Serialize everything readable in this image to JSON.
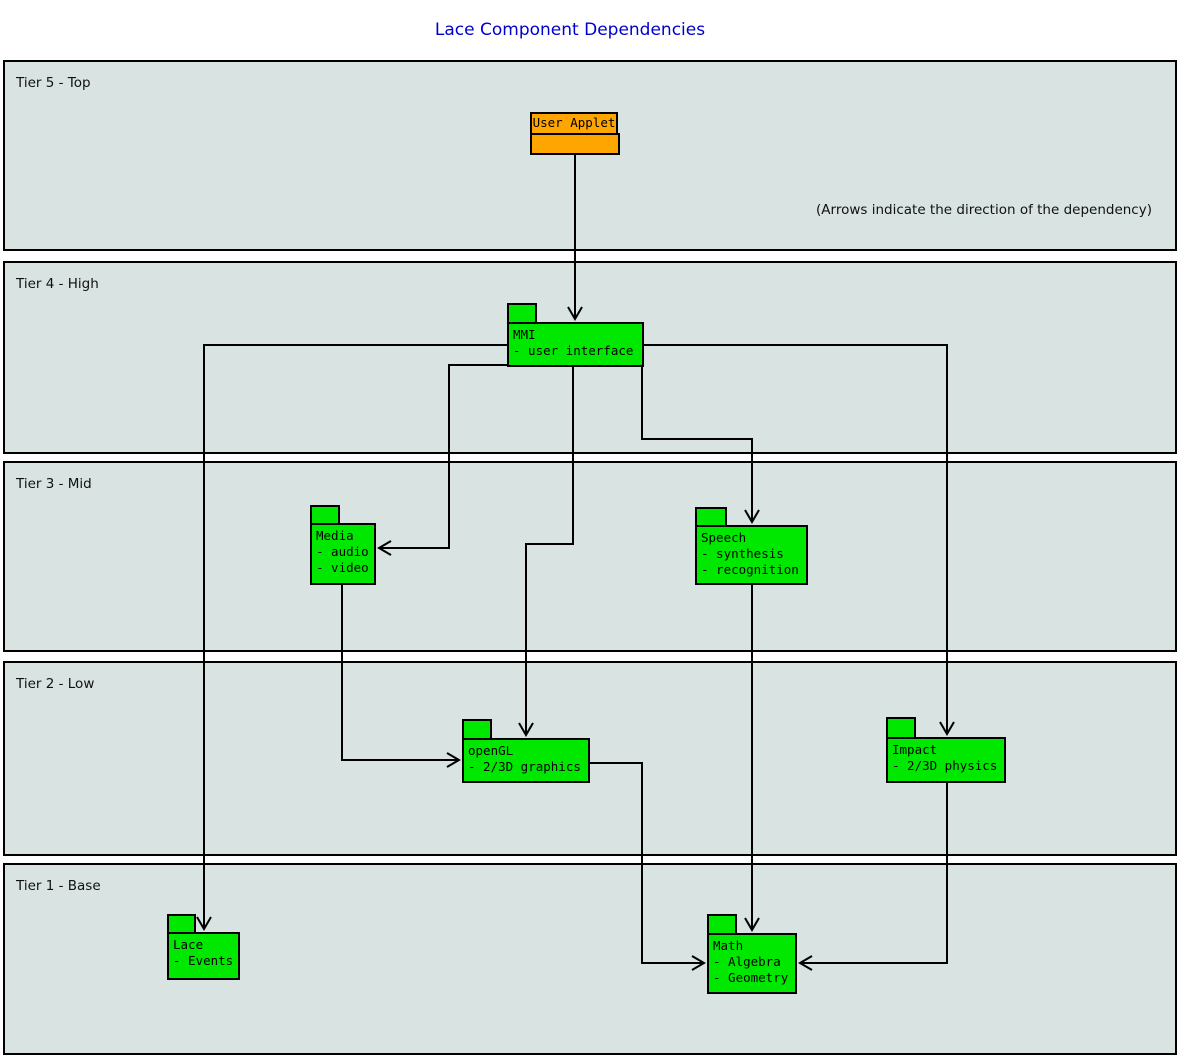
{
  "title": "Lace Component Dependencies",
  "note": "(Arrows indicate the direction of the dependency)",
  "colors": {
    "component": "#00e800",
    "applet": "#ffa500",
    "tier": "#d8e3e2",
    "title": "#0000cd",
    "line": "#000000"
  },
  "tiers": [
    {
      "label": "Tier 5 - Top"
    },
    {
      "label": "Tier 4 - High"
    },
    {
      "label": "Tier 3 - Mid"
    },
    {
      "label": "Tier 2 - Low"
    },
    {
      "label": "Tier 1 - Base"
    }
  ],
  "components": {
    "user_applet": {
      "name": "User Applet",
      "items": []
    },
    "mmi": {
      "name": "MMI",
      "items": [
        "- user interface"
      ]
    },
    "media": {
      "name": "Media",
      "items": [
        "- audio",
        "- video"
      ]
    },
    "speech": {
      "name": "Speech",
      "items": [
        "- synthesis",
        "- recognition"
      ]
    },
    "opengl": {
      "name": "openGL",
      "items": [
        "- 2/3D graphics"
      ]
    },
    "impact": {
      "name": "Impact",
      "items": [
        "- 2/3D physics"
      ]
    },
    "lace": {
      "name": "Lace",
      "items": [
        "- Events"
      ]
    },
    "math": {
      "name": "Math",
      "items": [
        "- Algebra",
        "- Geometry"
      ]
    }
  },
  "dependencies": [
    {
      "from": "User Applet",
      "to": "MMI"
    },
    {
      "from": "MMI",
      "to": "Lace"
    },
    {
      "from": "MMI",
      "to": "Impact"
    },
    {
      "from": "MMI",
      "to": "Media"
    },
    {
      "from": "MMI",
      "to": "openGL"
    },
    {
      "from": "MMI",
      "to": "Speech"
    },
    {
      "from": "Media",
      "to": "openGL"
    },
    {
      "from": "Speech",
      "to": "Math"
    },
    {
      "from": "openGL",
      "to": "Math"
    },
    {
      "from": "Impact",
      "to": "Math"
    }
  ]
}
